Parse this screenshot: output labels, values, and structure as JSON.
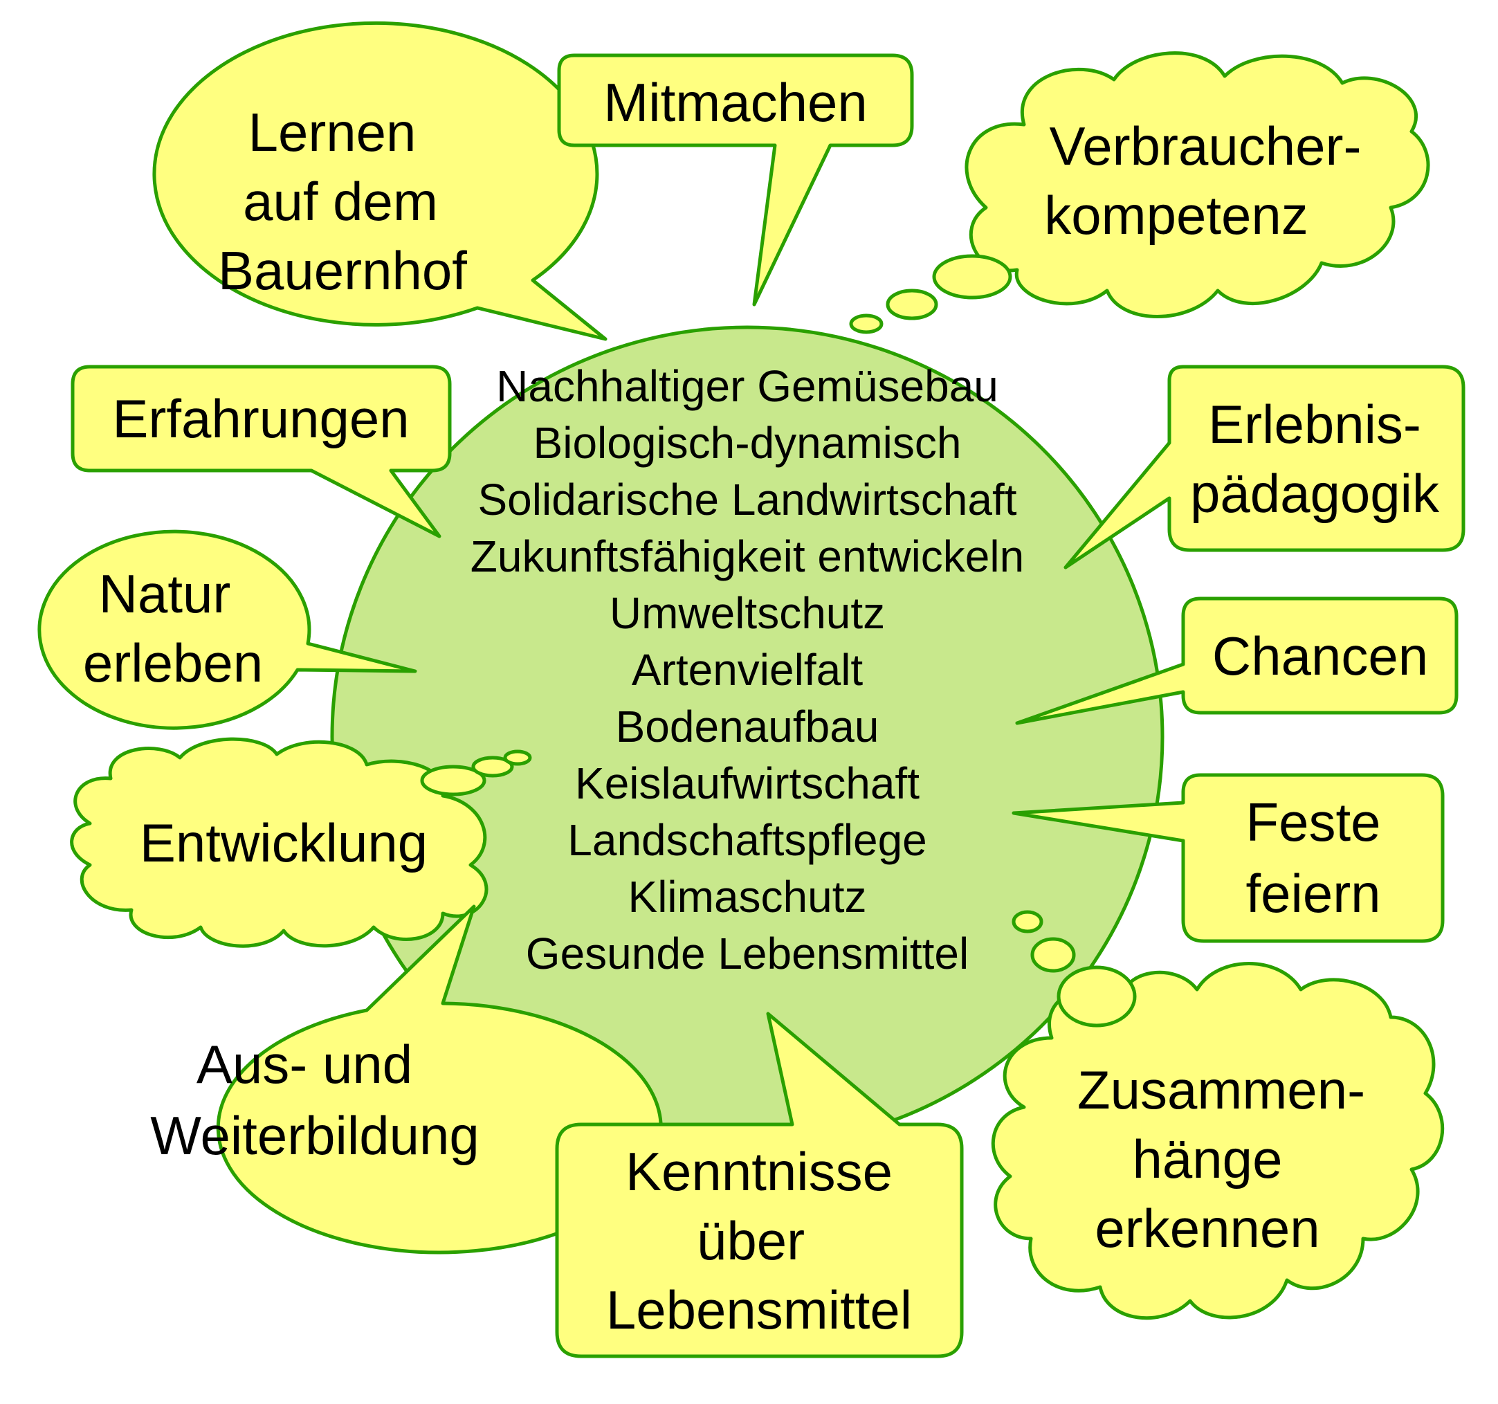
{
  "colors": {
    "bubble_fill": "#ffff80",
    "center_fill": "#c8e88c",
    "outline": "#2aa000",
    "text": "#000000"
  },
  "center": {
    "lines": [
      "Nachhaltiger Gemüsebau",
      "Biologisch-dynamisch",
      "Solidarische Landwirtschaft",
      "Zukunftsfähigkeit entwickeln",
      "Umweltschutz",
      "Artenvielfalt",
      "Bodenaufbau",
      "Keislaufwirtschaft",
      "Landschaftspflege",
      "Klimaschutz",
      "Gesunde Lebensmittel"
    ]
  },
  "bubbles": {
    "lernen": [
      "Lernen",
      "auf dem",
      "Bauernhof"
    ],
    "mitmachen": [
      "Mitmachen"
    ],
    "verbraucher": [
      "Verbraucher-",
      "kompetenz"
    ],
    "erfahrungen": [
      "Erfahrungen"
    ],
    "erlebnis": [
      "Erlebnis-",
      "pädagogik"
    ],
    "natur": [
      "Natur",
      "erleben"
    ],
    "chancen": [
      "Chancen"
    ],
    "entwicklung": [
      "Entwicklung"
    ],
    "feste": [
      "Feste",
      "feiern"
    ],
    "ausbildung": [
      "Aus- und",
      "Weiterbildung"
    ],
    "kenntnisse": [
      "Kenntnisse",
      "über",
      "Lebensmittel"
    ],
    "zusammen": [
      "Zusammen-",
      "hänge",
      "erkennen"
    ]
  }
}
